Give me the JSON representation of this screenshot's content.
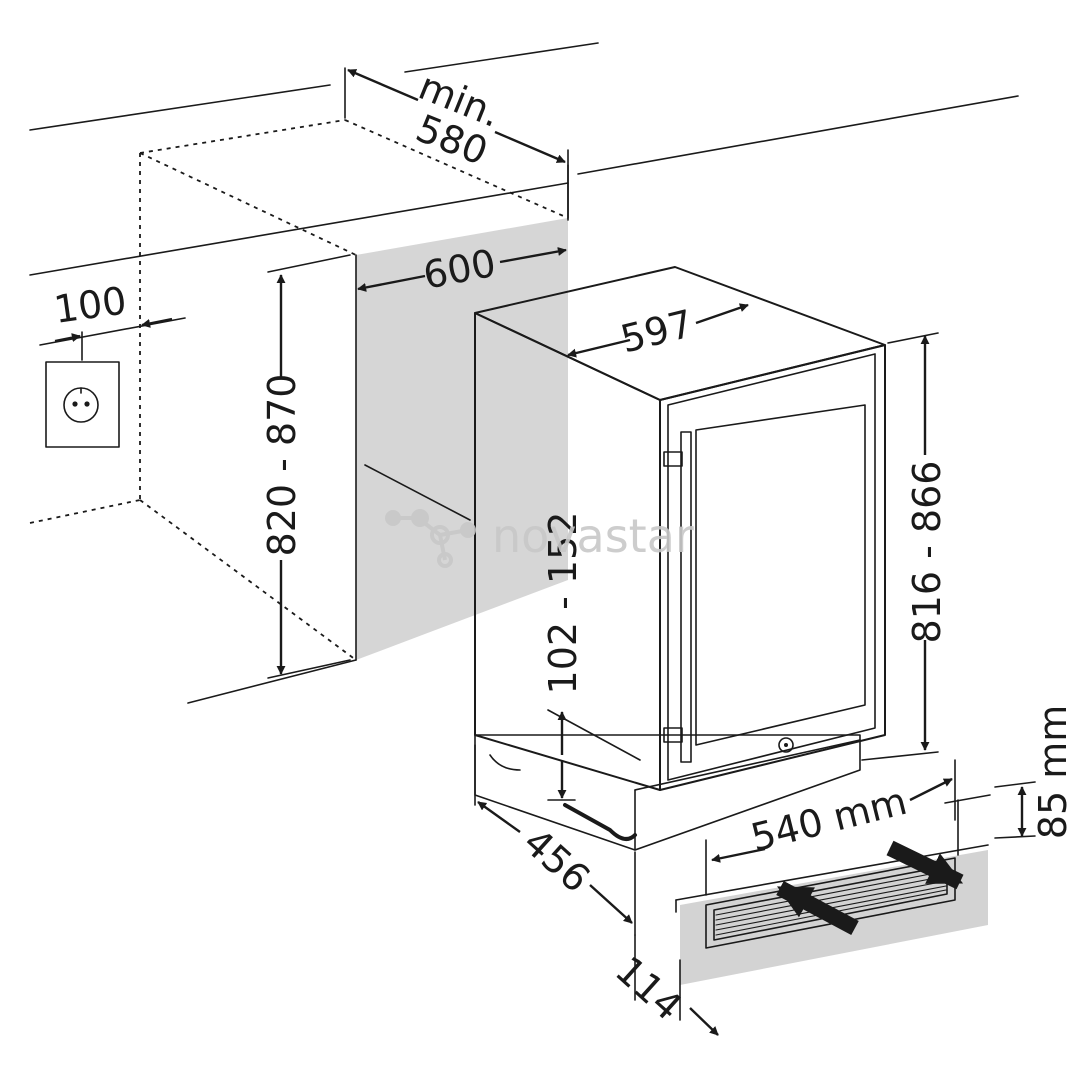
{
  "dimensions": {
    "niche_depth_label": "min.",
    "niche_depth": "580",
    "niche_width": "600",
    "socket_offset": "100",
    "niche_height": "820 - 870",
    "appliance_width": "597",
    "appliance_height": "816 - 866",
    "foot_adjust": "102 - 152",
    "appliance_depth": "456",
    "plinth_setback": "114",
    "vent_width": "540 mm",
    "vent_height": "85 mm"
  },
  "watermark": "novastar",
  "colors": {
    "line": "#1a1a1a",
    "niche_fill": "#d6d6d6",
    "plinth_fill": "#d3d3d3",
    "watermark": "#c8c8c8"
  }
}
